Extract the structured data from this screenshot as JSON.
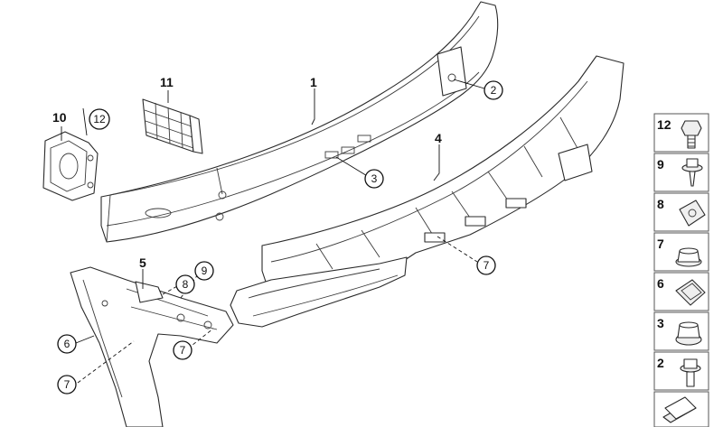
{
  "callouts": {
    "c1": "1",
    "c2": "2",
    "c3": "3",
    "c4": "4",
    "c5": "5",
    "c6": "6",
    "c7a": "7",
    "c7b": "7",
    "c7c": "7",
    "c8": "8",
    "c9": "9",
    "c10": "10",
    "c11": "11",
    "c12": "12"
  },
  "legend": {
    "items": [
      {
        "label": "12",
        "icon": "hex-bolt-icon"
      },
      {
        "label": "9",
        "icon": "flange-screw-icon"
      },
      {
        "label": "8",
        "icon": "clip-nut-icon"
      },
      {
        "label": "7",
        "icon": "plastic-nut-icon"
      },
      {
        "label": "6",
        "icon": "spring-clip-icon"
      },
      {
        "label": "3",
        "icon": "collar-nut-icon"
      },
      {
        "label": "2",
        "icon": "flange-bolt-icon"
      }
    ],
    "footer_icon": "arrow-icon"
  }
}
